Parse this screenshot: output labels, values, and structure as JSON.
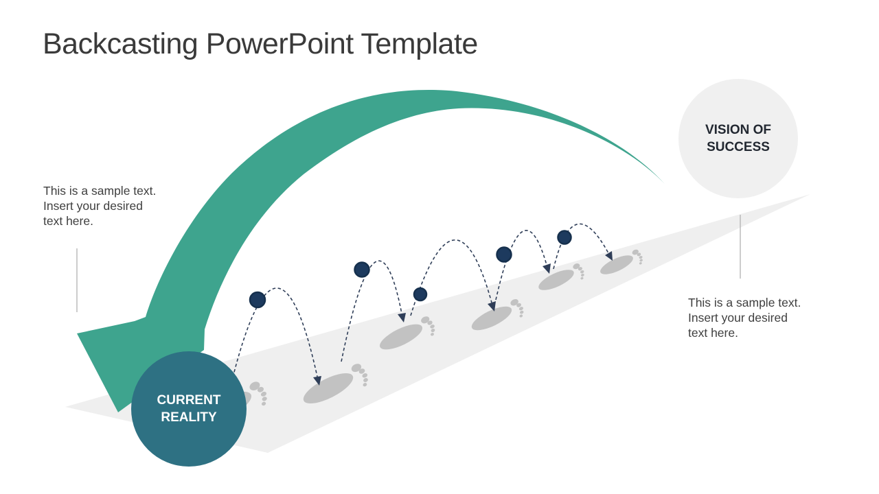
{
  "slide": {
    "title": "Backcasting PowerPoint Template",
    "left_note": "This is a sample text.\nInsert your desired\ntext here.",
    "right_note": "This is a sample text.\nInsert your desired\ntext here.",
    "vision_label": "VISION OF\nSUCCESS",
    "current_label": "CURRENT\nREALITY"
  },
  "colors": {
    "accent_teal": "#3ea48e",
    "current_circle_fill": "#2e7183",
    "vision_circle_fill": "#f0f0f0",
    "path_gray": "#efefef",
    "footprint_gray": "#c2c2c2",
    "ball_fill": "#1d3a5e",
    "ball_stroke": "#16304d",
    "arc_navy": "#2f3e58",
    "callout_line": "#aaaaaa",
    "title_text": "#3a3a3a",
    "body_text": "#3f3f3f",
    "vision_text": "#222831",
    "current_text": "#ffffff"
  }
}
